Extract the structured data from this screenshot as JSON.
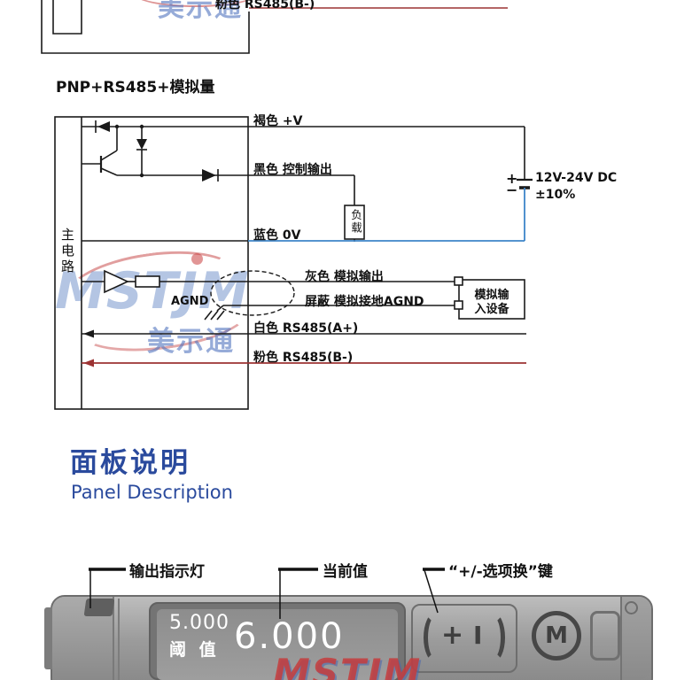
{
  "brand": {
    "name": "MSTJM",
    "name_cn": "美示通"
  },
  "top_fragment": {
    "wire_label": "粉色 RS485(B-)"
  },
  "diagram": {
    "title": "PNP+RS485+模拟量",
    "main_circuit": "主电路",
    "load": "负载",
    "agnd_label": "AGND",
    "wires": {
      "v_plus": "褐色 +V",
      "control": "黑色 控制输出",
      "zero_v": "蓝色 0V",
      "analog_out": "灰色 模拟输出",
      "shield": "屏蔽 模拟接地AGND",
      "rs485_a": "白色 RS485(A+)",
      "rs485_b": "粉色 RS485(B-)"
    },
    "power": {
      "plus": "+",
      "minus": "−",
      "voltage": "12V-24V DC",
      "tolerance": "±10%"
    },
    "analog_device": {
      "line1": "模拟输",
      "line2": "入设备"
    }
  },
  "section": {
    "title_cn": "面板说明",
    "title_en": "Panel Description"
  },
  "panel": {
    "callouts": {
      "indicator": "输出指示灯",
      "current_value": "当前值",
      "keys": "“+/-选项换”键"
    },
    "display": {
      "threshold": "5.000",
      "threshold_label": "阈 值",
      "current": "6.000"
    },
    "buttons": {
      "plus": "+",
      "select": "I",
      "mode": "M"
    }
  },
  "colors": {
    "heading_blue": "#2a4a9d",
    "wire_blue": "#3d85c8",
    "wire_pink_red": "#9c3333"
  }
}
